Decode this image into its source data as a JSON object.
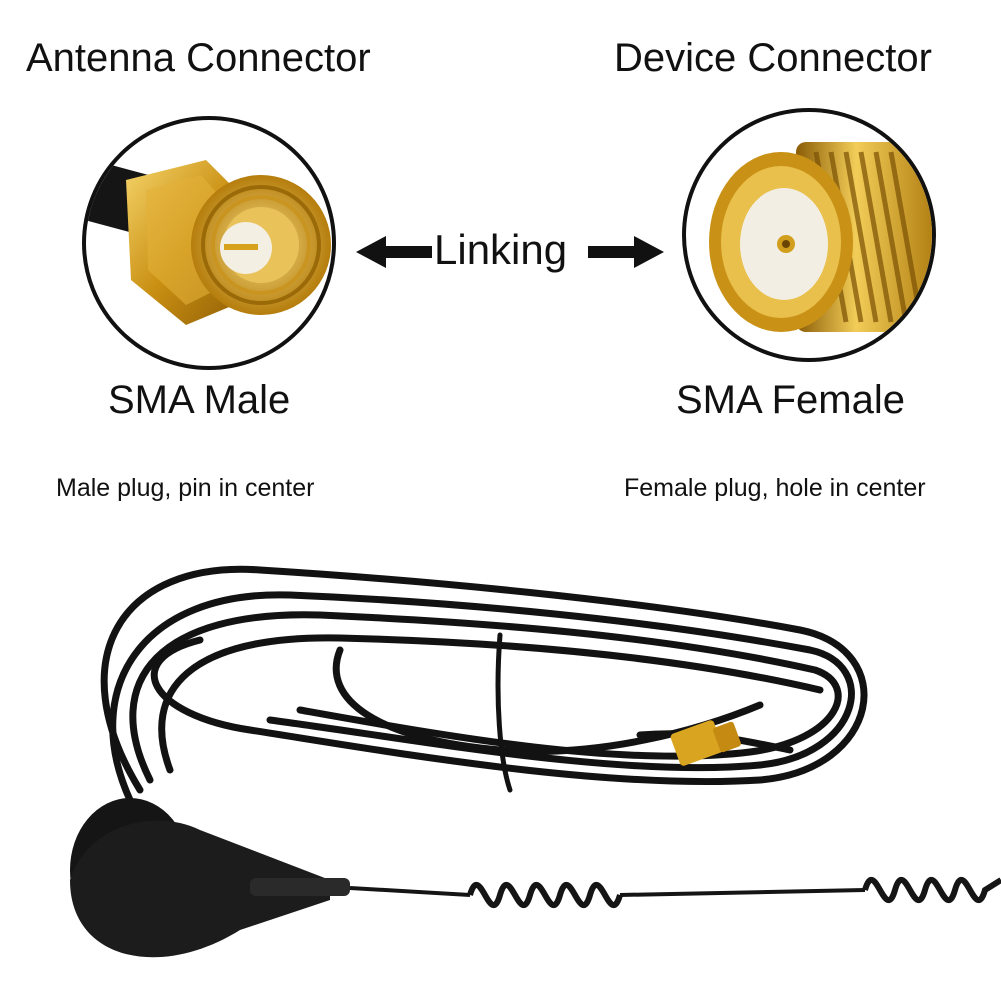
{
  "left": {
    "title": "Antenna Connector",
    "name": "SMA Male",
    "description": "Male plug, pin in center"
  },
  "right": {
    "title": "Device Connector",
    "name": "SMA Female",
    "description": "Female plug, hole in center"
  },
  "center": {
    "label": "Linking"
  },
  "colors": {
    "gold": "#d9a520",
    "cable": "#111111",
    "outline": "#111111"
  },
  "icons": [
    "sma-male-connector",
    "sma-female-connector",
    "arrow-left-icon",
    "arrow-right-icon",
    "magnetic-antenna"
  ]
}
